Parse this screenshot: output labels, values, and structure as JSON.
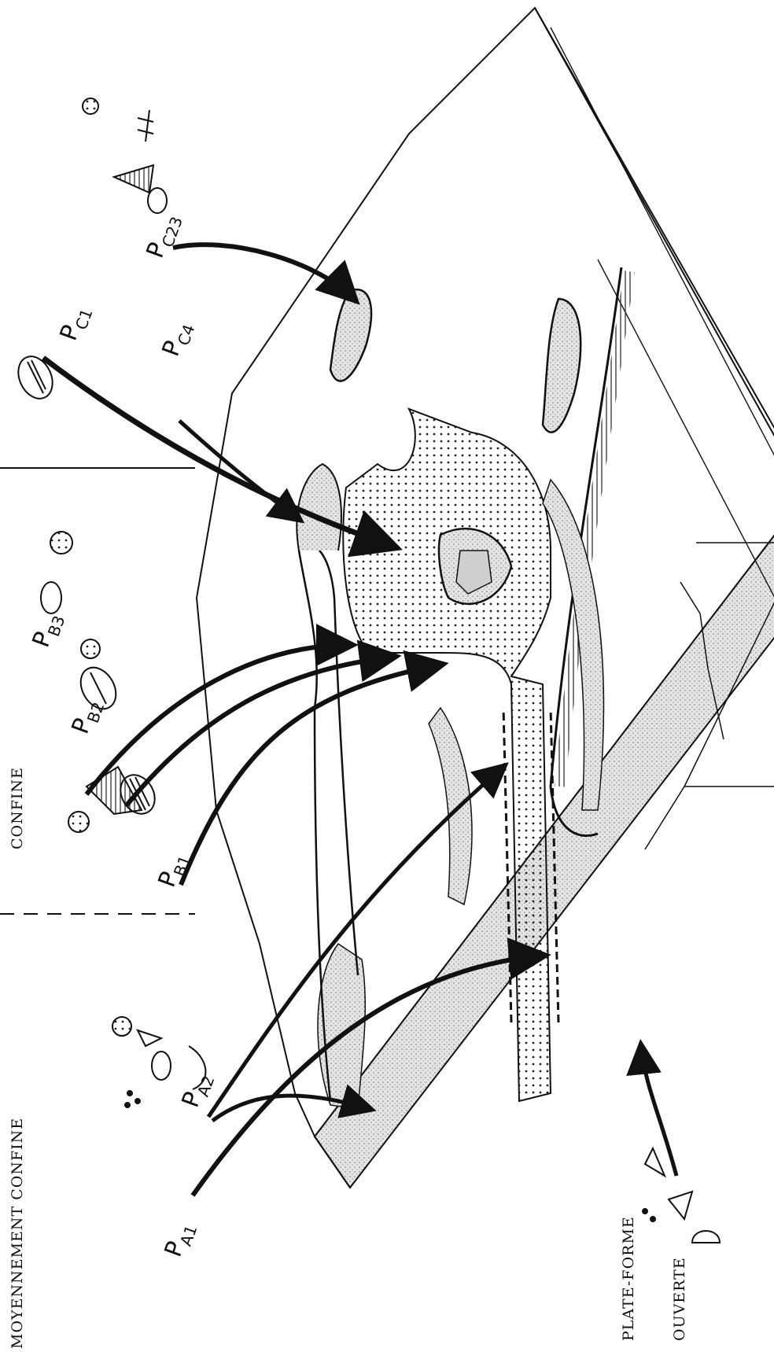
{
  "zones": {
    "moyennement_confine": "MOYENNEMENT CONFINE",
    "confine": "CONFINE",
    "plate_forme": "PLATE-FORME",
    "ouverte": "OUVERTE"
  },
  "paths": [
    {
      "id": "pa1",
      "main": "P",
      "sub": "A1"
    },
    {
      "id": "pa2",
      "main": "P",
      "sub": "A2"
    },
    {
      "id": "pb1",
      "main": "P",
      "sub": "B1"
    },
    {
      "id": "pb2",
      "main": "P",
      "sub": "B2"
    },
    {
      "id": "pb3",
      "main": "P",
      "sub": "B3"
    },
    {
      "id": "pc1",
      "main": "P",
      "sub": "C1"
    },
    {
      "id": "pc23",
      "main": "P",
      "sub": "C23"
    },
    {
      "id": "pc4",
      "main": "P",
      "sub": "C4"
    }
  ]
}
